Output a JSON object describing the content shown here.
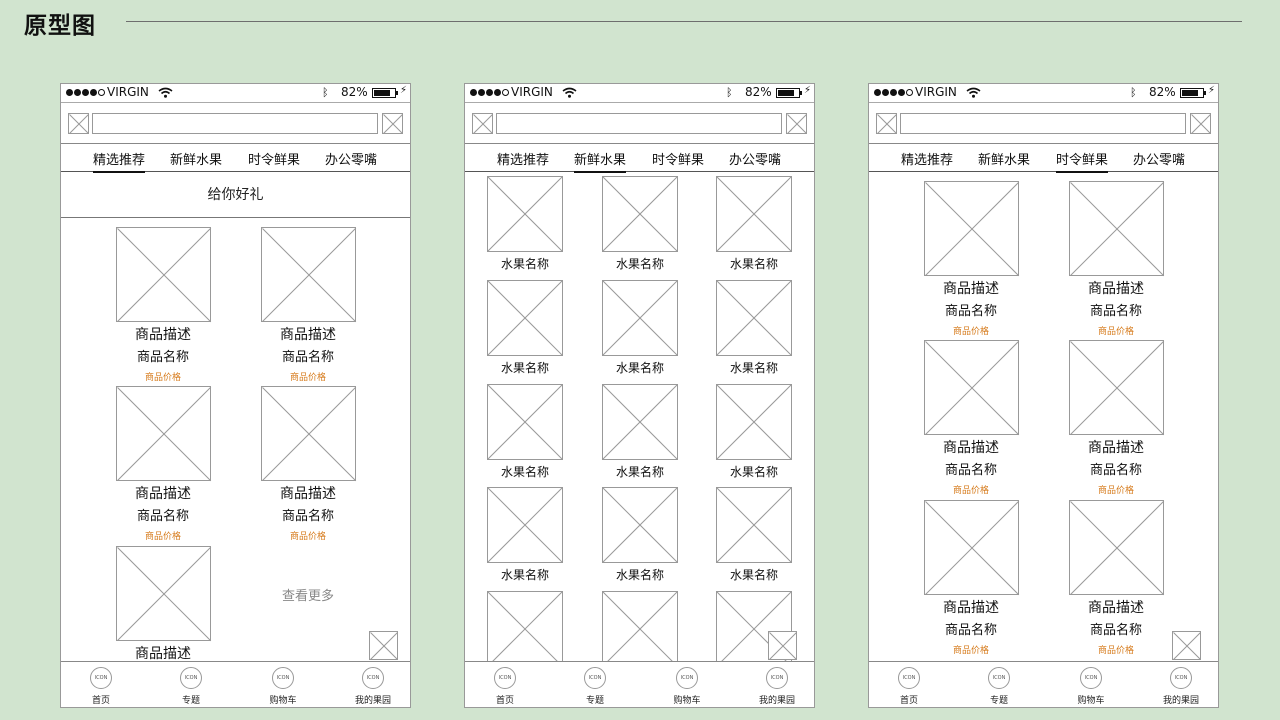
{
  "page": {
    "title": "原型图"
  },
  "status_bar": {
    "carrier": "VIRGIN",
    "battery": "82%",
    "battery_level": 0.82
  },
  "tabs": [
    "精选推荐",
    "新鲜水果",
    "时令鲜果",
    "办公零嘴"
  ],
  "icon_placeholder": "ICON",
  "bottom_nav": [
    {
      "label": "首页",
      "icon": "home-icon"
    },
    {
      "label": "专题",
      "icon": "topic-icon"
    },
    {
      "label": "购物车",
      "icon": "cart-icon"
    },
    {
      "label": "我的果园",
      "icon": "orchard-icon"
    }
  ],
  "screens": [
    {
      "active_tab": "精选推荐",
      "banner": "给你好礼",
      "products": [
        {
          "desc": "商品描述",
          "name": "商品名称",
          "price": "商品价格"
        },
        {
          "desc": "商品描述",
          "name": "商品名称",
          "price": "商品价格"
        },
        {
          "desc": "商品描述",
          "name": "商品名称",
          "price": "商品价格"
        },
        {
          "desc": "商品描述",
          "name": "商品名称",
          "price": "商品价格"
        },
        {
          "desc": "商品描述"
        }
      ],
      "see_more": "查看更多"
    },
    {
      "active_tab": "新鲜水果",
      "fruit_label": "水果名称",
      "fruit_rows_labeled": 4
    },
    {
      "active_tab": "时令鲜果",
      "products": [
        {
          "desc": "商品描述",
          "name": "商品名称",
          "price": "商品价格"
        },
        {
          "desc": "商品描述",
          "name": "商品名称",
          "price": "商品价格"
        },
        {
          "desc": "商品描述",
          "name": "商品名称",
          "price": "商品价格"
        },
        {
          "desc": "商品描述",
          "name": "商品名称",
          "price": "商品价格"
        },
        {
          "desc": "商品描述",
          "name": "商品名称",
          "price": "商品价格"
        },
        {
          "desc": "商品描述",
          "name": "商品名称",
          "price": "商品价格"
        }
      ]
    }
  ]
}
